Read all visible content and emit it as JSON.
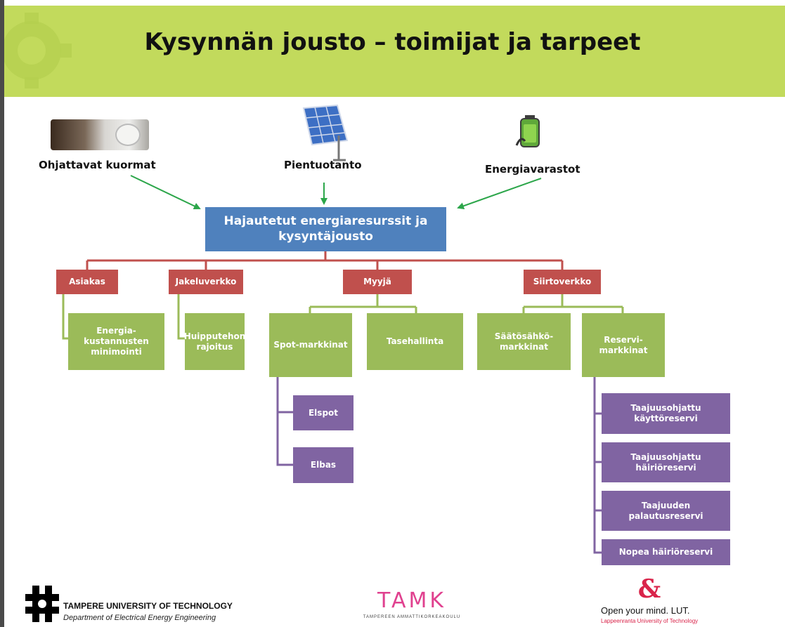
{
  "slide": {
    "title": "Kysynnän jousto – toimijat ja tarpeet"
  },
  "sources": [
    {
      "id": "ohjattavat",
      "label": "Ohjattavat kuormat",
      "icon": "thermostat-valve-icon"
    },
    {
      "id": "pientuotanto",
      "label": "Pientuotanto",
      "icon": "solar-panel-icon"
    },
    {
      "id": "energiavarastot",
      "label": "Energiavarastot",
      "icon": "battery-plug-icon"
    }
  ],
  "center": {
    "line1": "Hajautetut energiaresurssit ja",
    "line2": "kysyntäjousto"
  },
  "actors": {
    "asiakas": "Asiakas",
    "jakeluverkko": "Jakeluverkko",
    "myyja": "Myyjä",
    "siirtoverkko": "Siirtoverkko"
  },
  "needs": {
    "energiakustannukset": [
      "Energia-",
      "kustannusten",
      "minimointi"
    ],
    "huipputeho": [
      "Huipputehon",
      "rajoitus"
    ],
    "spot": "Spot-markkinat",
    "tasehallinta": "Tasehallinta",
    "saatosahko": [
      "Säätösähkö-",
      "markkinat"
    ],
    "reservi": [
      "Reservi-",
      "markkinat"
    ]
  },
  "sub_items": {
    "elspot": "Elspot",
    "elbas": "Elbas",
    "taajuus_kaytto": [
      "Taajuusohjattu",
      "käyttöreservi"
    ],
    "taajuus_hairio": [
      "Taajuusohjattu",
      "häiriöreservi"
    ],
    "taajuuden_palautus": [
      "Taajuuden",
      "palautusreservi"
    ],
    "nopea": "Nopea häiriöreservi"
  },
  "footer": {
    "tut_name": "TAMPERE UNIVERSITY OF TECHNOLOGY",
    "tut_dept": "Department of Electrical Energy Engineering",
    "tamk_logo": "TAMK",
    "tamk_sub": "TAMPEREEN AMMATTIKORKEAKOULU",
    "lut_slogan": "Open your mind. LUT.",
    "lut_name": "Lappeenranta University of Technology"
  },
  "colors": {
    "header": "#c2da5c",
    "blue": "#4f81bd",
    "red": "#c0504d",
    "green": "#9bbb59",
    "purple": "#8064a2",
    "arrow": "#2ca64a"
  }
}
